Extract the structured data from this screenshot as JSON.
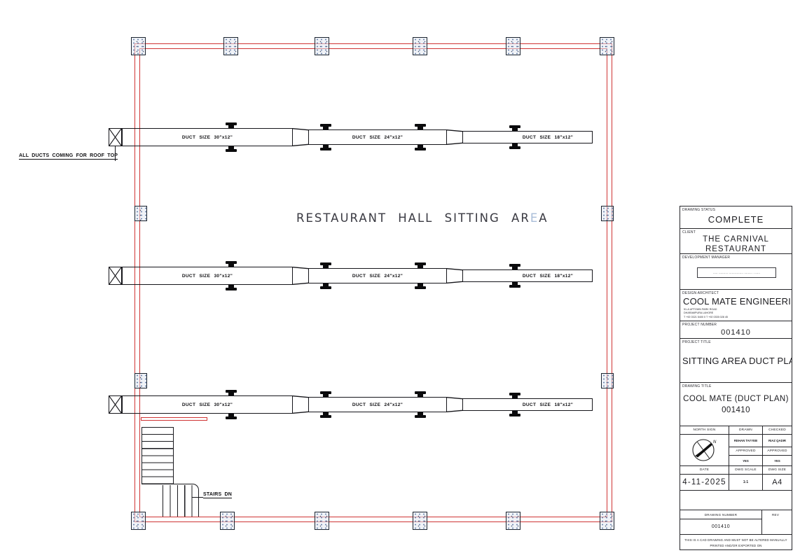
{
  "colors": {
    "wall_red": "#cf3434",
    "line_black": "#1a1a1e",
    "column_speckle": "#6b84ad"
  },
  "plan": {
    "roof_duct_note": "ALL DUCTS COMING FOR ROOF TOP",
    "stairs_note": "STAIRS DN",
    "hall_label": {
      "part1": "RESTAURANT HALL SITTING AR",
      "part2": "E",
      "part3": "A"
    },
    "duct_labels": {
      "size30": "DUCT SIZE 30\"x12\"",
      "size24": "DUCT SIZE 24\"x12\"",
      "size18": "DUCT SIZE 18\"x12\""
    }
  },
  "title_block": {
    "drawing_status": {
      "label": "DRAWING STATUS",
      "value": "COMPLETE"
    },
    "client": {
      "label": "CLIENT",
      "line1": "THE CARNIVAL",
      "line2": "RESTAURANT"
    },
    "development_manager": {
      "label": "DEVELOPMENT MANAGER",
      "box_text": "----- ---------- --------------- -------- - ------"
    },
    "design_architect": {
      "label": "DESIGN ARCHITECT",
      "value": "COOL MATE ENGINEERING",
      "address1": "51-A UPTOWN PARK ROAD",
      "address2": "DHARAMPURA LAHORE",
      "address3": "T +92 0321 5400 0  T +92 0335 028 45"
    },
    "project_number": {
      "label": "PROJECT NUMBER",
      "value": "001410"
    },
    "project_title": {
      "label": "PROJECT TITLE",
      "value": "SITTING AREA DUCT PLAN"
    },
    "drawing_title": {
      "label": "DRAWING TITLE",
      "line1": "COOL MATE (DUCT PLAN)",
      "line2": "001410"
    },
    "approval": {
      "north_sign_label": "NORTH SIGN",
      "north_letter": "N",
      "drawn_label": "DRAWN",
      "drawn_value": "REHAN TAYYEB",
      "checked_label": "CHECKED",
      "checked_value": "RIAZ QADIR",
      "approved_label": "APPROVED",
      "approved_value": "YES",
      "date_label": "DATE",
      "date_value": "4-11-2025",
      "scale_label": "DWG SCALE",
      "scale_value": "1:1",
      "size_label": "DWG SIZE",
      "size_value": "A4"
    },
    "drawing_number": {
      "label": "DRAWING NUMBER",
      "value": "001410",
      "rev_label": "REV"
    },
    "disclaimer1": "THIS IS A CAD DRAWING AND MUST NOT BE ALTERED MANUALLY",
    "disclaimer2": "PRINTED AND/OR EXPORTED ON"
  }
}
